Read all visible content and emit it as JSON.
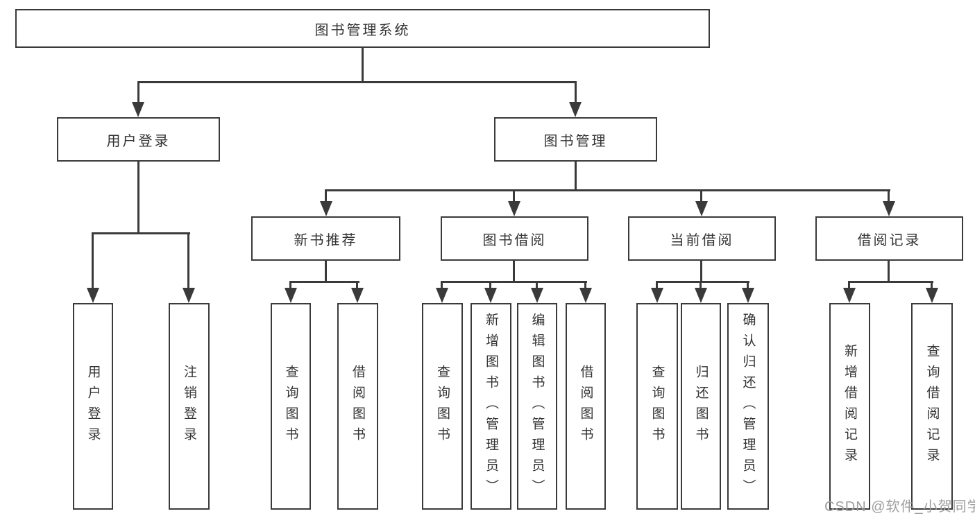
{
  "colors": {
    "background": "#ffffff",
    "box_border": "#3a3a3a",
    "box_fill": "#ffffff",
    "connector_line": "#3a3a3a",
    "text": "#333333",
    "watermark_text": "#9e9ea0"
  },
  "watermark": {
    "text": "CSDN @软件_小贺同学"
  },
  "tree": {
    "root": {
      "label": "图书管理系统",
      "children": [
        {
          "label": "用户登录",
          "children": [
            {
              "label": "用户登录"
            },
            {
              "label": "注销登录"
            }
          ]
        },
        {
          "label": "图书管理",
          "children": [
            {
              "label": "新书推荐",
              "children": [
                {
                  "label": "查询图书"
                },
                {
                  "label": "借阅图书"
                }
              ]
            },
            {
              "label": "图书借阅",
              "children": [
                {
                  "label": "查询图书"
                },
                {
                  "label": "新增图书（管理员）"
                },
                {
                  "label": "编辑图书（管理员）"
                },
                {
                  "label": "借阅图书"
                }
              ]
            },
            {
              "label": "当前借阅",
              "children": [
                {
                  "label": "查询图书"
                },
                {
                  "label": "归还图书"
                },
                {
                  "label": "确认归还（管理员）"
                }
              ]
            },
            {
              "label": "借阅记录",
              "children": [
                {
                  "label": "新增借阅记录"
                },
                {
                  "label": "查询借阅记录"
                }
              ]
            }
          ]
        }
      ]
    }
  }
}
